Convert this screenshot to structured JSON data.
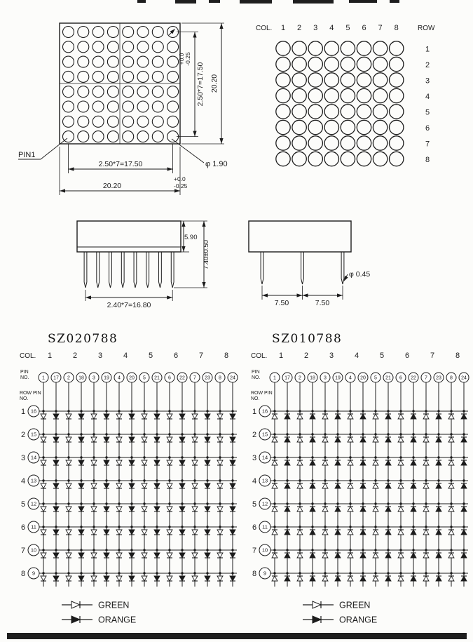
{
  "page": {
    "ink": "#1c1c1c",
    "paper": "#fcfcfa"
  },
  "front_view": {
    "pin1_label": "PIN1",
    "dia_label": "φ 1.90",
    "dim_pitch_v": "2.50*7=17.50",
    "tol_plus_v": "+0.0",
    "tol_minus_v": "-0.25",
    "dim_overall_v": "20.20",
    "dim_pitch_h": "2.50*7=17.50",
    "tol_plus_h": "+0.0",
    "tol_minus_h": "-0.25",
    "dim_overall_h": "20.20",
    "grid": {
      "rows": 8,
      "cols": 8
    }
  },
  "pixel_view": {
    "col_label": "COL.",
    "row_label": "ROW",
    "col_numbers": [
      "1",
      "2",
      "3",
      "4",
      "5",
      "6",
      "7",
      "8"
    ],
    "row_numbers": [
      "1",
      "2",
      "3",
      "4",
      "5",
      "6",
      "7",
      "8"
    ]
  },
  "front_side_view": {
    "dim_body_height": "5.90",
    "dim_pin_length": "7.40±0.50",
    "dim_pin_span": "2.40*7=16.80",
    "pin_count": 8
  },
  "right_side_view": {
    "dim_pin_gap1": "7.50",
    "dim_pin_gap2": "7.50",
    "dim_pin_dia": "φ 0.45",
    "pin_count": 3
  },
  "schematics": [
    {
      "part_number": "SZ020788",
      "col_label": "COL.",
      "pin_no_label_1": "PIN",
      "pin_no_label_2": "NO.",
      "row_pin_label_1": "ROW PIN",
      "row_pin_label_2": "NO.",
      "col_numbers": [
        "1",
        "2",
        "3",
        "4",
        "5",
        "6",
        "7",
        "8"
      ],
      "col_pin_numbers": [
        "1",
        "17",
        "2",
        "18",
        "3",
        "19",
        "4",
        "20",
        "5",
        "21",
        "6",
        "22",
        "7",
        "23",
        "8",
        "24"
      ],
      "row_numbers": [
        "1",
        "2",
        "3",
        "4",
        "5",
        "6",
        "7",
        "8"
      ],
      "row_pin_numbers": [
        "16",
        "15",
        "14",
        "13",
        "12",
        "11",
        "10",
        "9"
      ],
      "diode_direction": "down"
    },
    {
      "part_number": "SZ010788",
      "col_label": "COL.",
      "pin_no_label_1": "PIN",
      "pin_no_label_2": "NO.",
      "row_pin_label_1": "ROW PIN",
      "row_pin_label_2": "NO.",
      "col_numbers": [
        "1",
        "2",
        "3",
        "4",
        "5",
        "6",
        "7",
        "8"
      ],
      "col_pin_numbers": [
        "1",
        "17",
        "2",
        "18",
        "3",
        "19",
        "4",
        "20",
        "5",
        "21",
        "6",
        "22",
        "7",
        "23",
        "8",
        "24"
      ],
      "row_numbers": [
        "1",
        "2",
        "3",
        "4",
        "5",
        "6",
        "7",
        "8"
      ],
      "row_pin_numbers": [
        "16",
        "15",
        "14",
        "13",
        "12",
        "11",
        "10",
        "9"
      ],
      "diode_direction": "up"
    }
  ],
  "legend": {
    "items": [
      {
        "name": "green-diode",
        "style": "open",
        "label": "GREEN"
      },
      {
        "name": "orange-diode",
        "style": "filled",
        "label": "ORANGE"
      }
    ]
  }
}
